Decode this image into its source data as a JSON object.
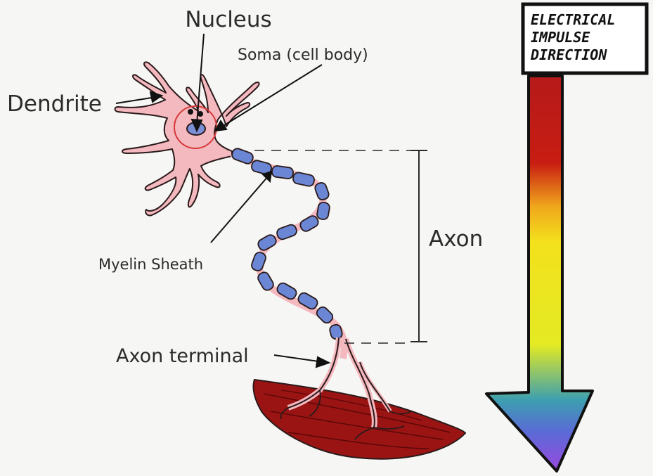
{
  "labels": {
    "nucleus": "Nucleus",
    "soma": "Soma (cell body)",
    "dendrite": "Dendrite",
    "myelin": "Myelin Sheath",
    "axon": "Axon",
    "axon_terminal": "Axon terminal"
  },
  "impulse_box": {
    "line1": "ELECTRICAL",
    "line2": "IMPULSE",
    "line3": "DIRECTION"
  },
  "colors": {
    "cell_fill": "#f4b8bf",
    "outline": "#2a1a1a",
    "myelin": "#6a86d4",
    "nucleus": "#7b8fd6",
    "soma_ring": "#d93a3a",
    "muscle": "#9b1414",
    "arrow_gradient": [
      "#b81818",
      "#c81e14",
      "#f3e11d",
      "#e8ea1f",
      "#2f9bb5",
      "#8a43d8"
    ]
  }
}
